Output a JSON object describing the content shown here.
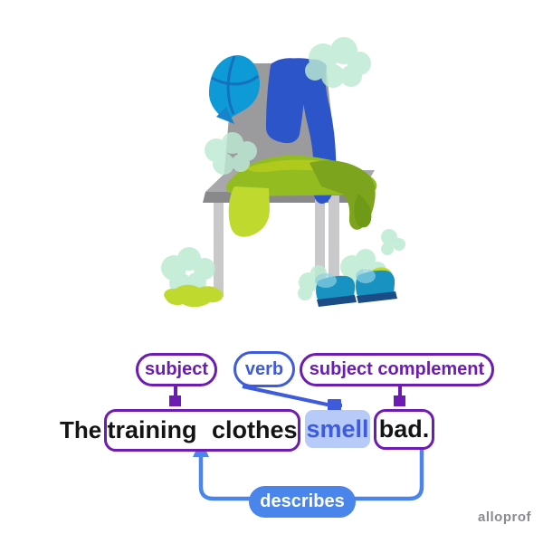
{
  "labels": {
    "subject": "subject",
    "verb": "verb",
    "subject_complement": "subject complement"
  },
  "sentence": {
    "determiner": "The",
    "subject": "training clothes",
    "verb": "smell",
    "subject_complement": "bad."
  },
  "connector": {
    "describes": "describes"
  },
  "watermark": "alloprof",
  "illustration": {
    "parts": [
      "gray-chair",
      "blue-cap",
      "blue-sweater",
      "green-training-clothes",
      "teal-rain-boots",
      "chartreuse-socks",
      "mint-stink-clouds"
    ]
  },
  "colors": {
    "label_purple": "#6C1BB3",
    "verb_blue": "#3D5BDB",
    "verb_box_fill": "#B7CBF9",
    "describes_blue": "#4A85EC",
    "text_black": "#141414",
    "watermark_gray": "#8A8A92",
    "chair_gray": "#9B9B9D",
    "chair_leg_gray": "#C9C9CB",
    "cap_blue": "#0E9AD6",
    "sweater_blue": "#2B55C8",
    "apple_green": "#93BC20",
    "olive_green": "#7CA41C",
    "chartreuse": "#BFD92F",
    "stink_cloud_mint": "#BDEAD2",
    "boot_teal": "#1792C1",
    "boot_sole_navy": "#1C4C86"
  }
}
